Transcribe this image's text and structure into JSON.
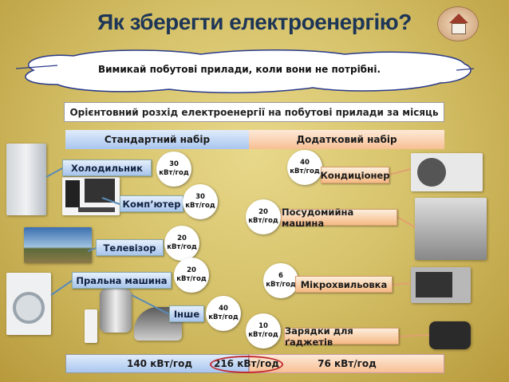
{
  "title": "Як зберегти  електроенергію?",
  "cloud_text": "Вимикай побутові прилади, коли вони не потрібні.",
  "header": "Орієнтовний розхід електроенергії на побутові прилади за місяць",
  "standard_label": "Стандартний набір",
  "additional_label": "Додатковий набір",
  "unit": "кВт/год",
  "standard": [
    {
      "name": "Холодильник",
      "value": "30"
    },
    {
      "name": "Комп’ютер",
      "value": "30"
    },
    {
      "name": "Телевізор",
      "value": "20"
    },
    {
      "name": "Пральна машина",
      "value": "20"
    },
    {
      "name": "Інше",
      "value": "40"
    }
  ],
  "additional": [
    {
      "name": "Кондиціонер",
      "value": "40"
    },
    {
      "name": "Посудомийна машина",
      "value": "20"
    },
    {
      "name": "Мікрохвильовка",
      "value": "6"
    },
    {
      "name": "Зарядки для ґаджетів",
      "value": "10"
    }
  ],
  "totals": {
    "standard": "140 кВт/год",
    "overall": "216 кВт/год",
    "additional": "76 кВт/год"
  },
  "colors": {
    "title": "#1d3557",
    "blue": "#a9c6ef",
    "orange": "#f7bf93",
    "highlight": "#c0282e"
  }
}
